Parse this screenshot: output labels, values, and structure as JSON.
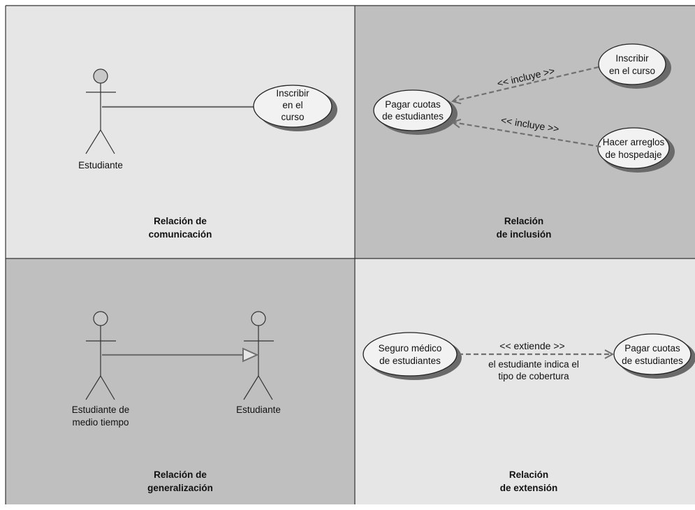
{
  "communication": {
    "title_line1": "Relación de",
    "title_line2": "comunicación",
    "actor_label": "Estudiante",
    "use_case": [
      "Inscribir",
      "en el",
      "curso"
    ]
  },
  "inclusion": {
    "title_line1": "Relación",
    "title_line2": "de inclusión",
    "base_use_case": [
      "Pagar cuotas",
      "de estudiantes"
    ],
    "use_case_1": [
      "Inscribir",
      "en el curso"
    ],
    "use_case_2": [
      "Hacer arreglos",
      "de hospedaje"
    ],
    "stereotype_1": "<< incluye >>",
    "stereotype_2": "<< incluye >>"
  },
  "generalization": {
    "title_line1": "Relación de",
    "title_line2": "generalización",
    "child_actor": [
      "Estudiante de",
      "medio tiempo"
    ],
    "parent_actor": "Estudiante"
  },
  "extension": {
    "title_line1": "Relación",
    "title_line2": "de extensión",
    "extending_use_case": [
      "Seguro médico",
      "de estudiantes"
    ],
    "base_use_case": [
      "Pagar cuotas",
      "de estudiantes"
    ],
    "stereotype": "<< extiende >>",
    "condition": [
      "el estudiante indica el",
      "tipo de cobertura"
    ]
  }
}
